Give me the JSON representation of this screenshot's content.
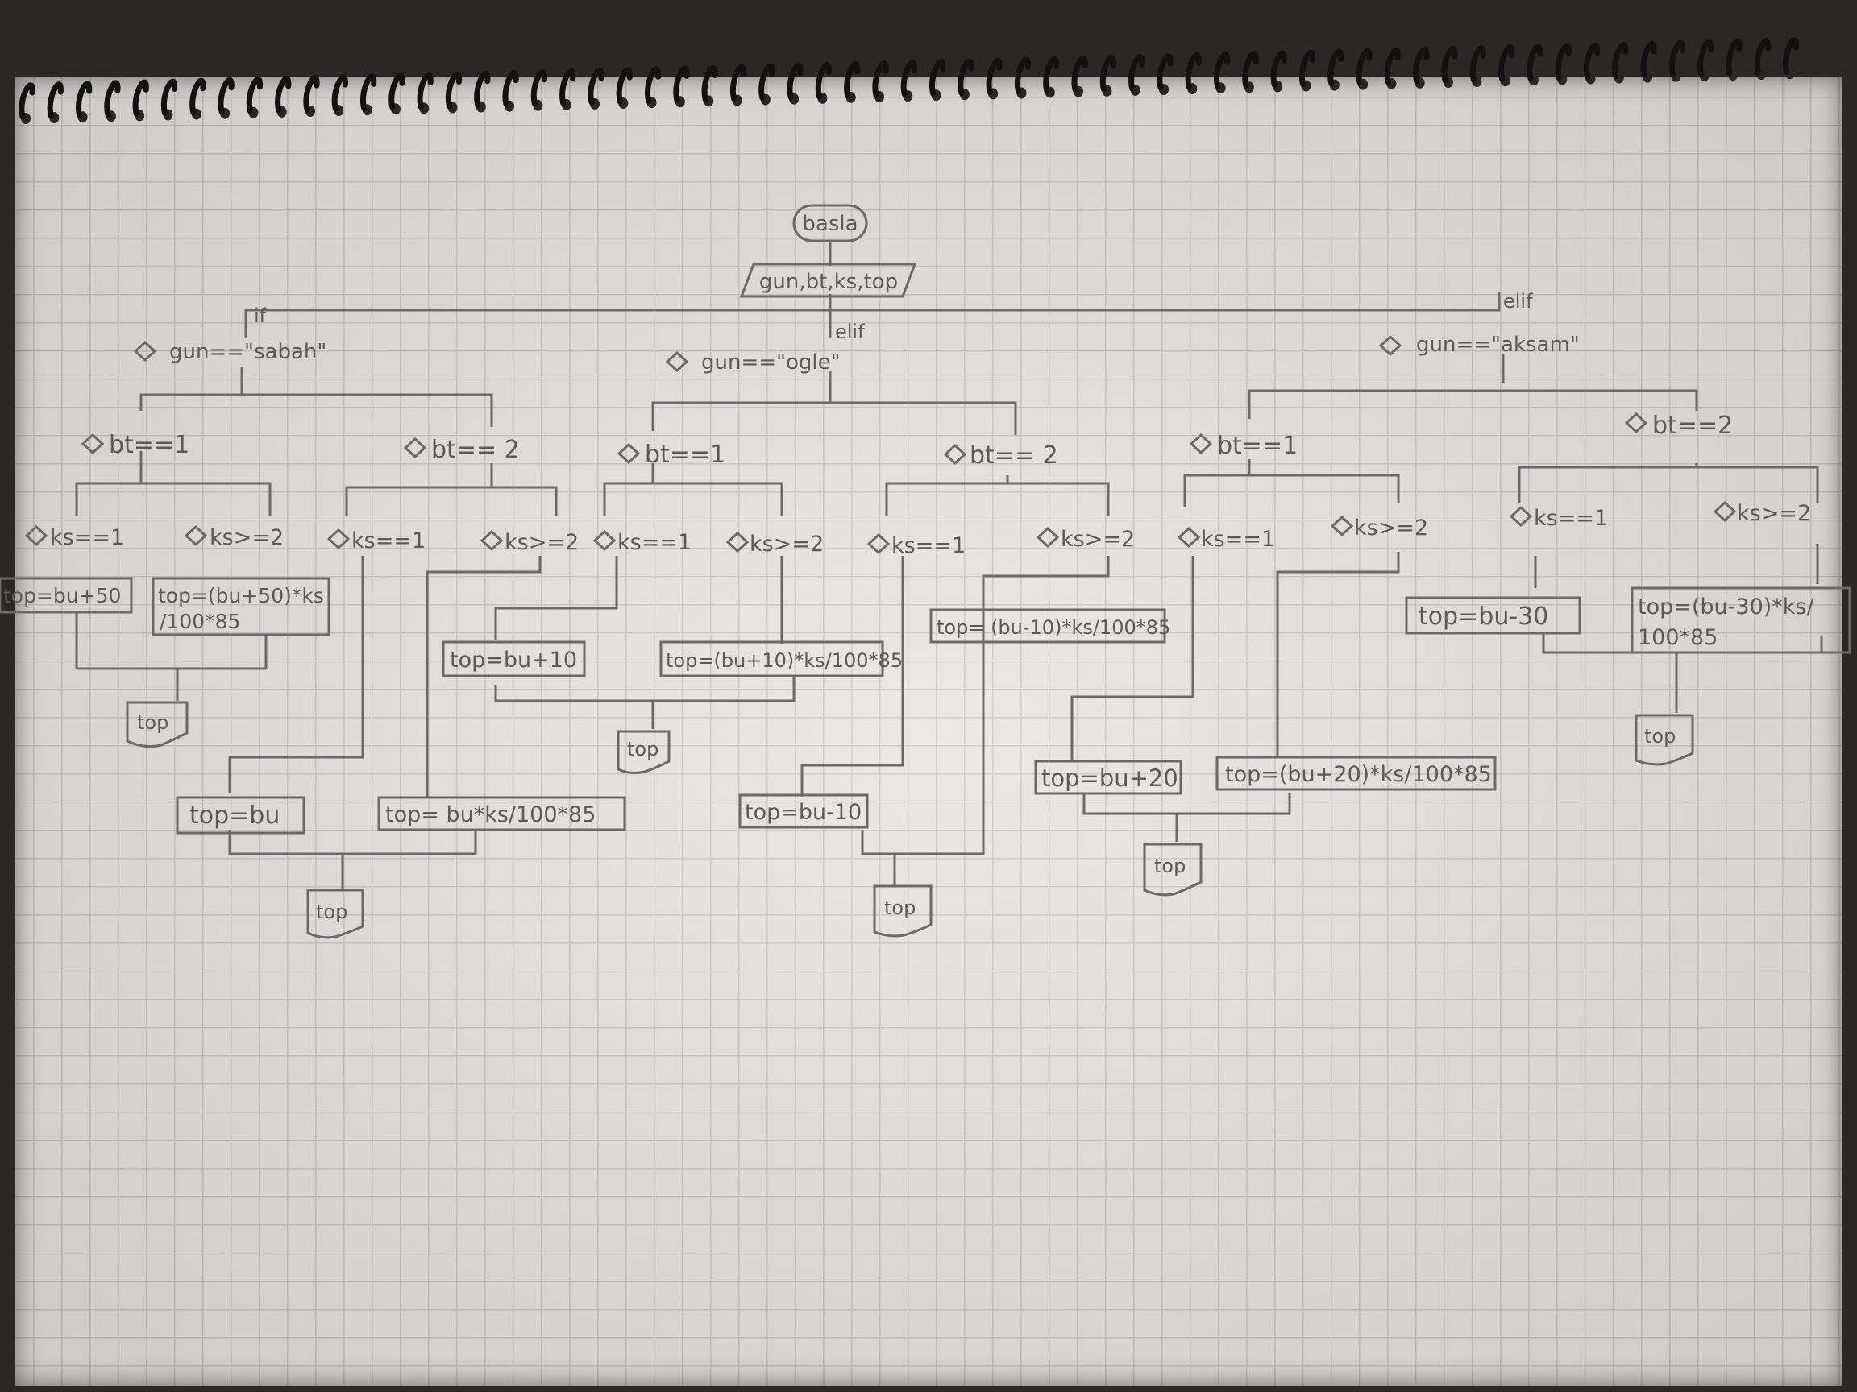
{
  "diagram": {
    "start": "basla",
    "input": "gun,bt,ks,top",
    "branch_labels": {
      "if": "if",
      "elif_1": "elif",
      "elif_2": "elif"
    },
    "day_conditions": {
      "sabah": "gun==\"sabah\"",
      "ogle": "gun==\"ogle\"",
      "aksam": "gun==\"aksam\""
    },
    "bt_conditions": {
      "sabah_bt1": "bt==1",
      "sabah_bt2": "bt== 2",
      "ogle_bt1": "bt==1",
      "ogle_bt2": "bt== 2",
      "aksam_bt1": "bt==1",
      "aksam_bt2": "bt==2"
    },
    "ks_conditions": {
      "c1": "ks==1",
      "c2": "ks>=2",
      "c3": "ks==1",
      "c4": "ks>=2",
      "c5": "ks==1",
      "c6": "ks>=2",
      "c7": "ks==1",
      "c8": "ks>=2",
      "c9": "ks==1",
      "c10": "ks>=2",
      "c11": "ks==1",
      "c12": "ks>=2"
    },
    "processes": {
      "p1": "top=bu+50",
      "p2a": "top=(bu+50)*ks",
      "p2b": "/100*85",
      "p3": "top=bu",
      "p4": "top= bu*ks/100*85",
      "p5": "top=bu+10",
      "p6": "top=(bu+10)*ks/100*85",
      "p7": "top=bu-10",
      "p8": "top= (bu-10)*ks/100*85",
      "p9": "top=bu+20",
      "p10": "top=(bu+20)*ks/100*85",
      "p11": "top=bu-30",
      "p12a": "top=(bu-30)*ks/",
      "p12b": "100*85"
    },
    "outputs": {
      "o1": "top",
      "o2": "top",
      "o3": "top",
      "o4": "top",
      "o5": "top",
      "o6": "top"
    }
  }
}
